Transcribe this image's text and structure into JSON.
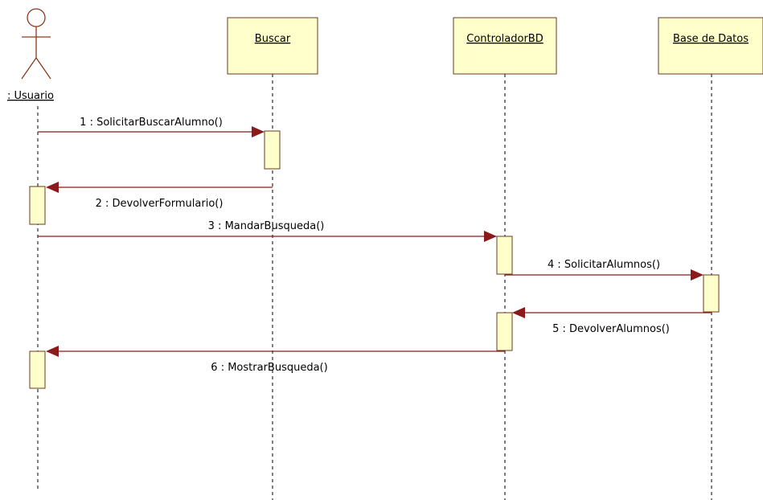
{
  "actor": {
    "label": ": Usuario"
  },
  "objects": [
    {
      "label": "Buscar"
    },
    {
      "label": "ControladorBD"
    },
    {
      "label": "Base de Datos"
    }
  ],
  "messages": [
    {
      "label": "1 : SolicitarBuscarAlumno()"
    },
    {
      "label": "2 : DevolverFormulario()"
    },
    {
      "label": "3 : MandarBusqueda()"
    },
    {
      "label": "4 : SolicitarAlumnos()"
    },
    {
      "label": "5 : DevolverAlumnos()"
    },
    {
      "label": "6 : MostrarBusqueda()"
    }
  ],
  "colors": {
    "box_fill": "#ffffcc",
    "box_stroke": "#6b3a1e",
    "message": "#8b1a1a"
  }
}
